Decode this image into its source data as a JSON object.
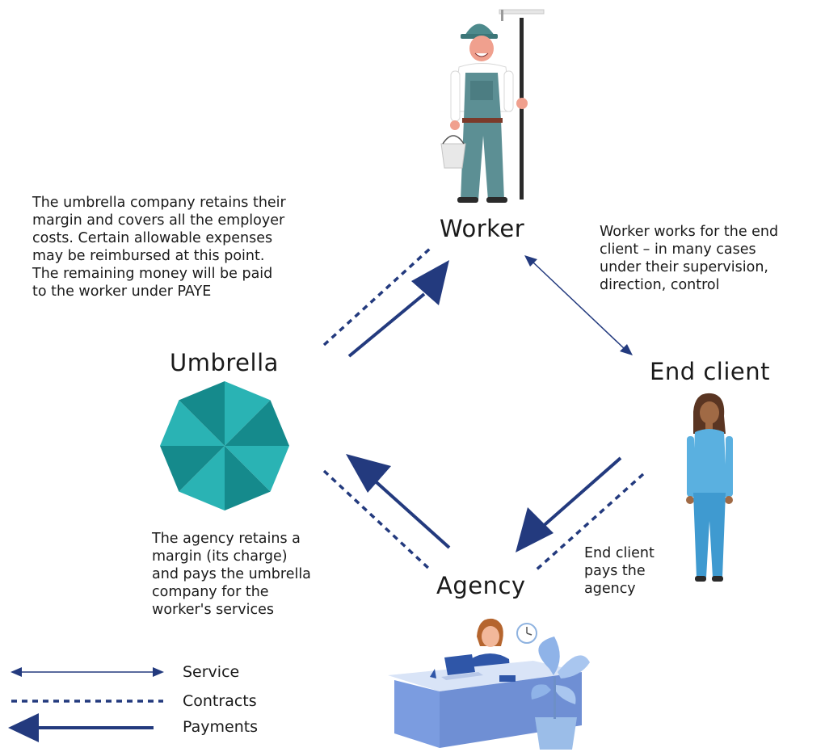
{
  "nodes": {
    "worker": "Worker",
    "umbrella": "Umbrella",
    "end_client": "End client",
    "agency": "Agency"
  },
  "notes": {
    "umbrella_note": [
      "The umbrella company retains their",
      "margin and covers all the employer",
      "costs. Certain allowable expenses",
      "may be reimbursed at this point.",
      "The remaining money will be paid",
      "to the worker under PAYE"
    ],
    "worker_client_note": [
      "Worker works for the end",
      "client – in many cases",
      "under their supervision,",
      "direction, control"
    ],
    "agency_note": [
      "The agency retains a",
      "margin (its charge)",
      "and pays the umbrella",
      "company for the",
      "worker's services"
    ],
    "client_note": [
      "End client",
      "pays the",
      "agency"
    ]
  },
  "legend": {
    "service": "Service",
    "contracts": "Contracts",
    "payments": "Payments"
  },
  "colors": {
    "arrow": "#233a7e",
    "umbrella_light": "#2ab3b4",
    "umbrella_dark": "#158a8c",
    "worker_overalls": "#5c8f94",
    "client_body": "#5ab0e0",
    "agency_desk": "#6f8fd4"
  }
}
